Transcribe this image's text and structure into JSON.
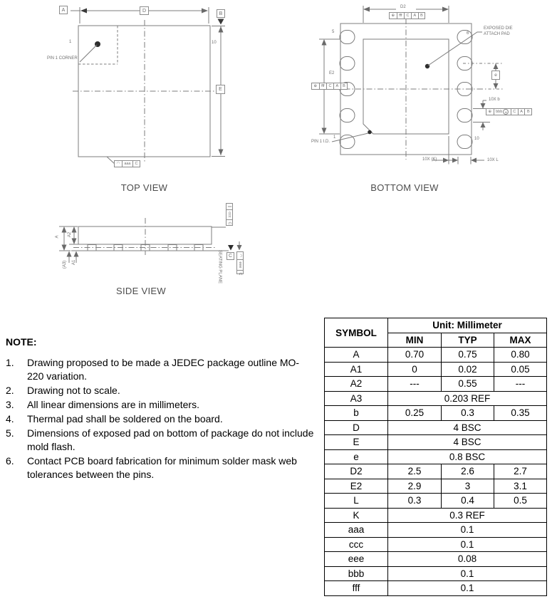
{
  "colors": {
    "background": "#ffffff",
    "drawing_line": "#7d7d7d",
    "drawing_text": "#6f6f6f",
    "ink": "#000000"
  },
  "top_view": {
    "title": "TOP VIEW",
    "datum_a": "A",
    "dim_d": "D",
    "datum_b": "B",
    "dim_e": "E",
    "pin1_num": "1",
    "pin10_num": "10",
    "pin1_corner_label": "PIN 1 CORNER",
    "fcf_aaa": {
      "symbol": "◠",
      "tolerance": "aaa",
      "datum": "C"
    }
  },
  "bottom_view": {
    "title": "BOTTOM VIEW",
    "dim_d2": "D2",
    "dim_e2": "E2",
    "dim_e": "e",
    "fcf_d2": {
      "symbol": "⊕",
      "tolerance": "fff",
      "datum1": "C",
      "datum2": "A",
      "datum3": "B"
    },
    "fcf_e2": {
      "symbol": "⊕",
      "tolerance": "fff",
      "datum1": "C",
      "datum2": "A",
      "datum3": "B"
    },
    "fcf_b": {
      "symbol": "⊕",
      "tolerance": "bbb",
      "modifier": "M",
      "datum1": "C",
      "datum2": "A",
      "datum3": "B"
    },
    "pin5_num": "5",
    "pin6_num": "6",
    "pin1_num": "1",
    "pin10_num": "10",
    "exposed_pad_line1": "EXPOSED DIE",
    "exposed_pad_line2": "ATTACH PAD",
    "pin1_id_label": "PIN 1 I.D.",
    "dim_b_label": "10X b",
    "dim_k_label": "10X (K)",
    "dim_l_label": "10X L"
  },
  "side_view": {
    "title": "SIDE VIEW",
    "dim_a": "A",
    "dim_a2": "A2",
    "dim_a1": "A1",
    "dim_a3": "(A3)",
    "seating_plane_label": "SEATING PLANE",
    "datum_c": "C",
    "fcf_ccc": {
      "symbol": "∥",
      "tolerance": "ccc",
      "datum": "C"
    },
    "fcf_eee": {
      "symbol": "◠",
      "tolerance": "eee",
      "datum": "C"
    }
  },
  "notes": {
    "heading": "NOTE:",
    "items": [
      {
        "num": "1.",
        "text": "Drawing proposed to be made a JEDEC package outline MO-\n220 variation."
      },
      {
        "num": "2.",
        "text": "Drawing not to scale."
      },
      {
        "num": "3.",
        "text": "All linear dimensions are in millimeters."
      },
      {
        "num": "4.",
        "text": "Thermal pad shall be soldered on the board."
      },
      {
        "num": "5.",
        "text": "Dimensions of exposed pad on bottom of package do not include\nmold flash."
      },
      {
        "num": "6.",
        "text": "Contact PCB board fabrication for minimum solder mask web\ntolerances between the pins."
      }
    ]
  },
  "table": {
    "symbol_header": "SYMBOL",
    "unit_header": "Unit: Millimeter",
    "col_headers": [
      "MIN",
      "TYP",
      "MAX"
    ],
    "rows": [
      {
        "symbol": "A",
        "min": "0.70",
        "typ": "0.75",
        "max": "0.80"
      },
      {
        "symbol": "A1",
        "min": "0",
        "typ": "0.02",
        "max": "0.05"
      },
      {
        "symbol": "A2",
        "min": "---",
        "typ": "0.55",
        "max": "---"
      },
      {
        "symbol": "A3",
        "value": "0.203 REF"
      },
      {
        "symbol": "b",
        "min": "0.25",
        "typ": "0.3",
        "max": "0.35"
      },
      {
        "symbol": "D",
        "value": "4 BSC"
      },
      {
        "symbol": "E",
        "value": "4 BSC"
      },
      {
        "symbol": "e",
        "value": "0.8 BSC"
      },
      {
        "symbol": "D2",
        "min": "2.5",
        "typ": "2.6",
        "max": "2.7"
      },
      {
        "symbol": "E2",
        "min": "2.9",
        "typ": "3",
        "max": "3.1"
      },
      {
        "symbol": "L",
        "min": "0.3",
        "typ": "0.4",
        "max": "0.5"
      },
      {
        "symbol": "K",
        "value": "0.3 REF"
      },
      {
        "symbol": "aaa",
        "value": "0.1"
      },
      {
        "symbol": "ccc",
        "value": "0.1"
      },
      {
        "symbol": "eee",
        "value": "0.08"
      },
      {
        "symbol": "bbb",
        "value": "0.1"
      },
      {
        "symbol": "fff",
        "value": "0.1"
      }
    ]
  }
}
